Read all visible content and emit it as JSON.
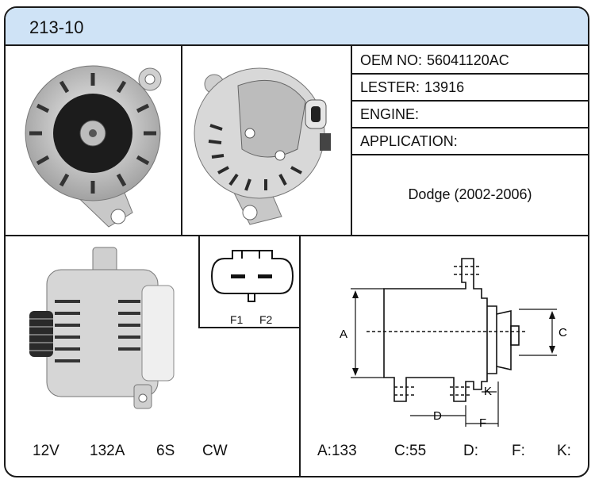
{
  "header": {
    "title": "213-10"
  },
  "specs": {
    "oem_label": "OEM NO:",
    "oem_value": "56041120AC",
    "lester_label": "LESTER:",
    "lester_value": "13916",
    "engine_label": "ENGINE:",
    "engine_value": "",
    "application_label": "APPLICATION:",
    "application_value": "Dodge (2002-2006)"
  },
  "connector": {
    "pin1": "F1",
    "pin2": "F2"
  },
  "ratings": {
    "voltage": "12V",
    "amperage": "132A",
    "pulley": "6S",
    "rotation": "CW"
  },
  "dimensions": {
    "a": "A:133",
    "c": "C:55",
    "d": "D:",
    "f": "F:",
    "k": "K:",
    "labels": {
      "a": "A",
      "c": "C",
      "d": "D",
      "f": "F",
      "k": "K"
    }
  },
  "icons": [
    "alternator-front-image",
    "alternator-rear-image",
    "alternator-side-image",
    "connector-diagram",
    "dimension-diagram"
  ]
}
